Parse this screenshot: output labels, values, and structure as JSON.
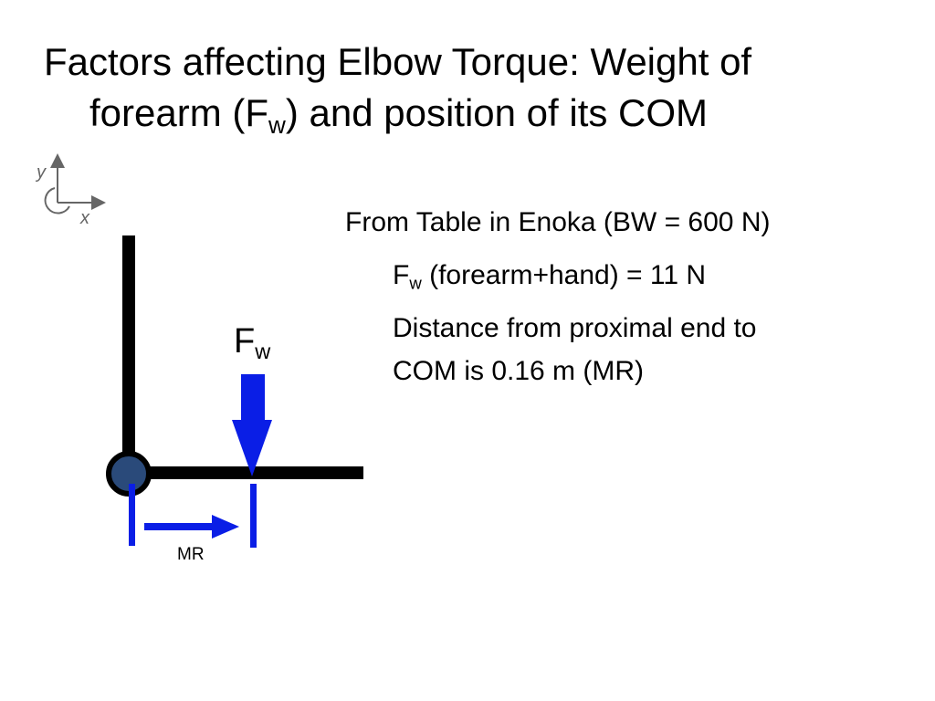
{
  "title": {
    "line1": "Factors affecting Elbow Torque: Weight of",
    "line2_pre": "forearm (F",
    "line2_sub": "w",
    "line2_post": ") and position of its COM"
  },
  "info": {
    "heading": "From Table in Enoka (BW = 600 N)",
    "fw_main": "F",
    "fw_sub": "w",
    "fw_rest": " (forearm+hand) = 11 N",
    "distance_line1": "Distance from proximal end to",
    "distance_line2": "COM is 0.16 m (MR)"
  },
  "diagram": {
    "axis_y_label": "y",
    "axis_x_label": "x",
    "force_label_main": "F",
    "force_label_sub": "w",
    "moment_arm_label": "MR",
    "colors": {
      "limb": "#000000",
      "joint_fill": "#2a4a7a",
      "force": "#0a1ee6",
      "axis_icon": "#666666"
    }
  }
}
